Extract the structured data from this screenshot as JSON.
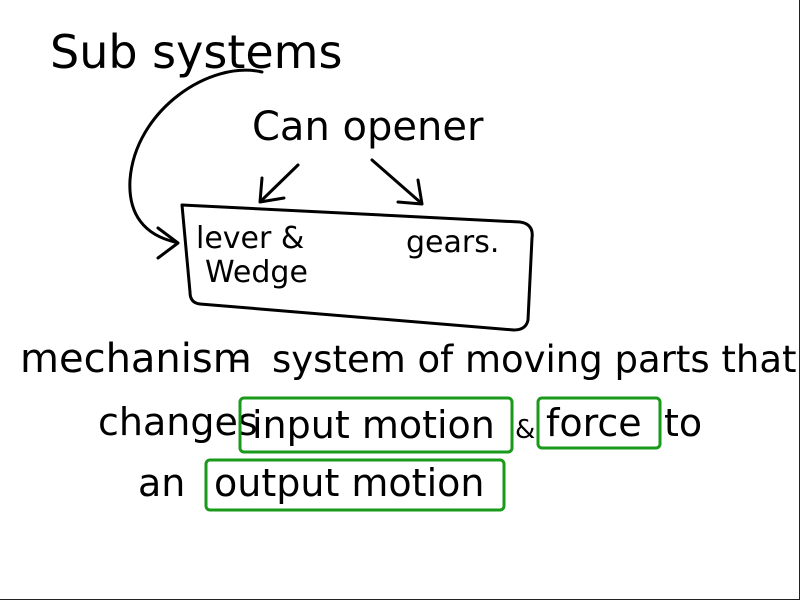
{
  "note": {
    "heading": "Sub systems",
    "example": "Can opener",
    "part_left_line1": "lever &",
    "part_left_line2": "Wedge",
    "part_right": "gears.",
    "definition_term": "mechanism",
    "definition_dash": "–",
    "definition_line1_rest": "system of moving parts that",
    "definition_line2_start": "changes",
    "highlight_input": "input motion",
    "ampersand": "&",
    "highlight_force": "force",
    "definition_line2_end": "to",
    "definition_line3_start": "an",
    "highlight_output": "output motion"
  },
  "colors": {
    "ink": "#000000",
    "highlight": "#1a9a1a",
    "background": "#ffffff"
  }
}
